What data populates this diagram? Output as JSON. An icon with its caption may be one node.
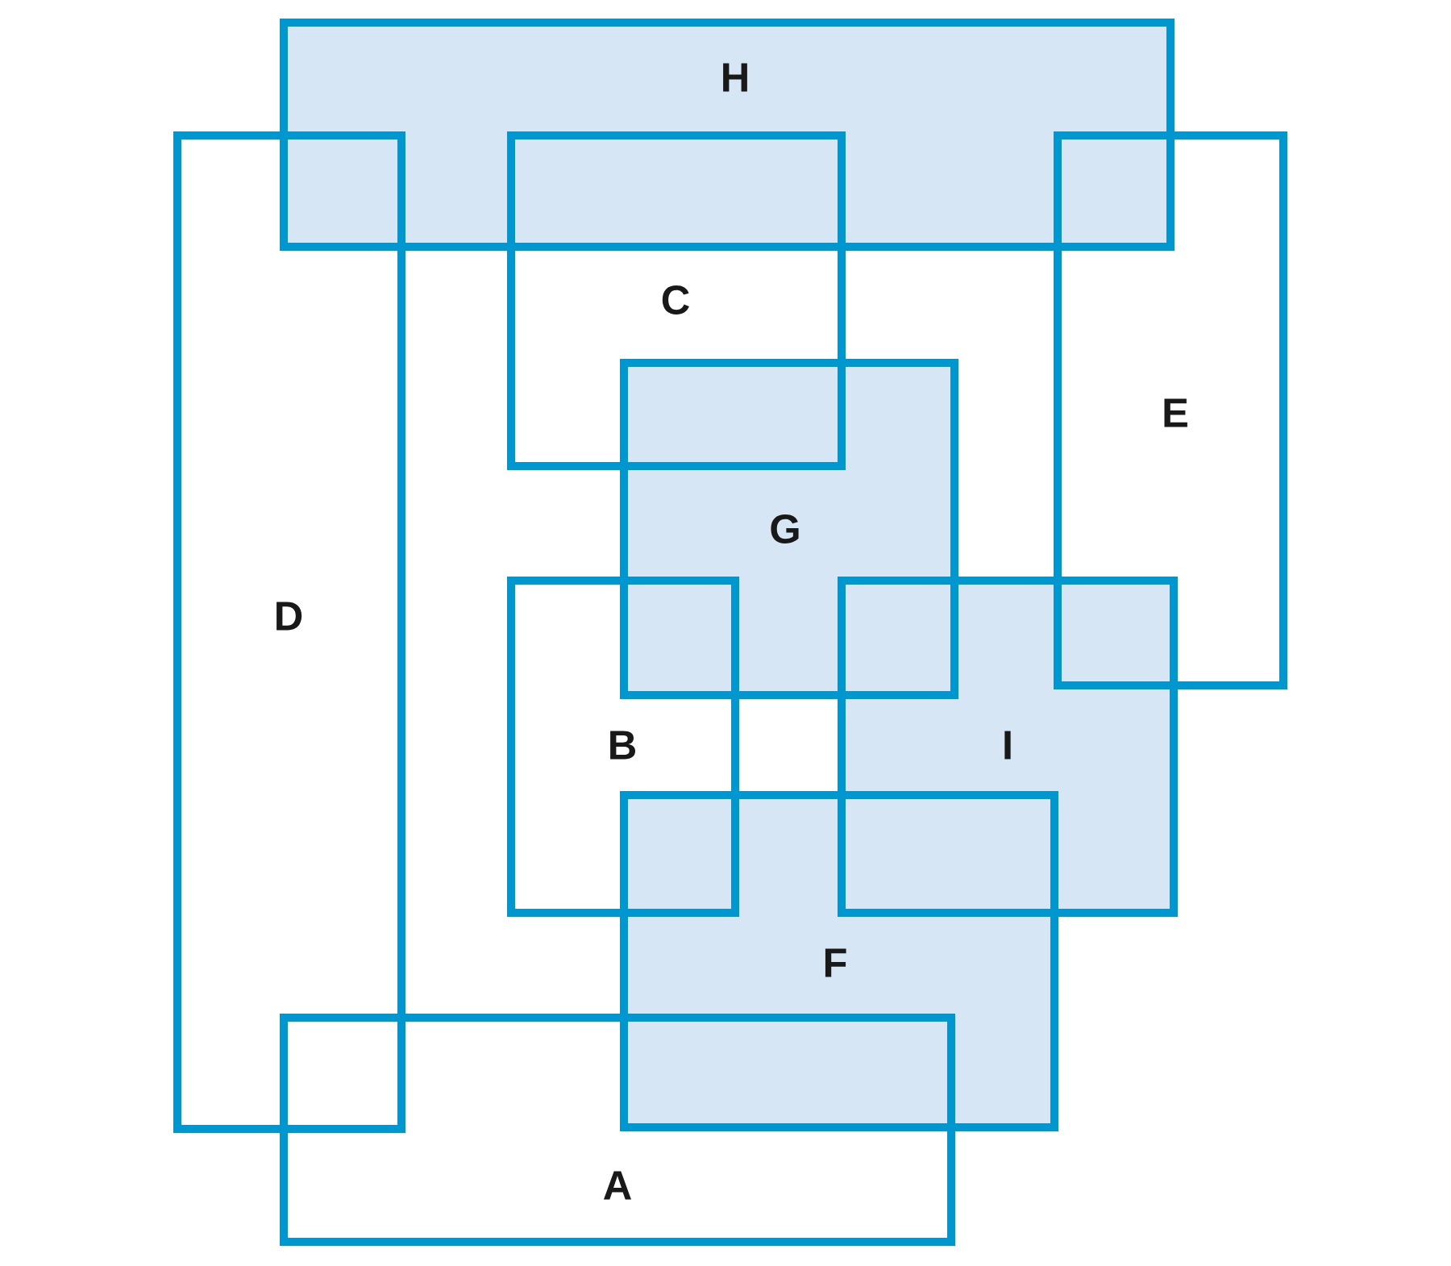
{
  "diagram": {
    "nodes": [
      {
        "text": [
          "H"
        ]
      },
      {
        "text": [
          "C"
        ]
      },
      {
        "text": [
          "E"
        ]
      },
      {
        "text": [
          "G"
        ]
      },
      {
        "text": [
          "D"
        ]
      },
      {
        "text": [
          "B"
        ]
      },
      {
        "text": [
          "I"
        ]
      },
      {
        "text": [
          "F"
        ]
      },
      {
        "text": [
          "A"
        ]
      }
    ]
  }
}
